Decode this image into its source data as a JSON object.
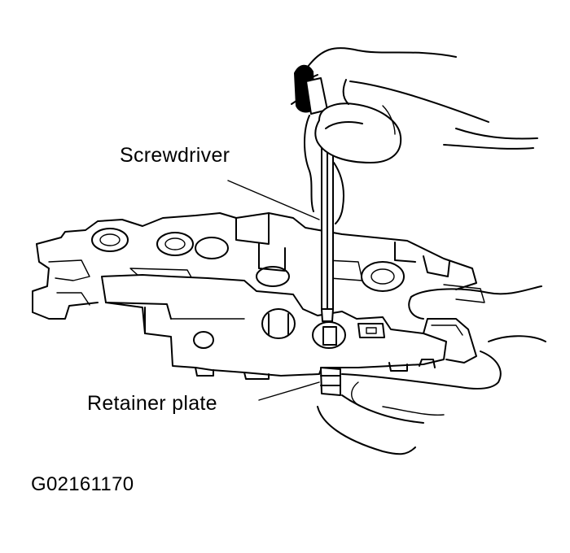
{
  "labels": {
    "screwdriver": "Screwdriver",
    "retainer_plate": "Retainer plate"
  },
  "figure_code": "G02161170",
  "colors": {
    "ink": "#000000",
    "background": "#ffffff"
  }
}
